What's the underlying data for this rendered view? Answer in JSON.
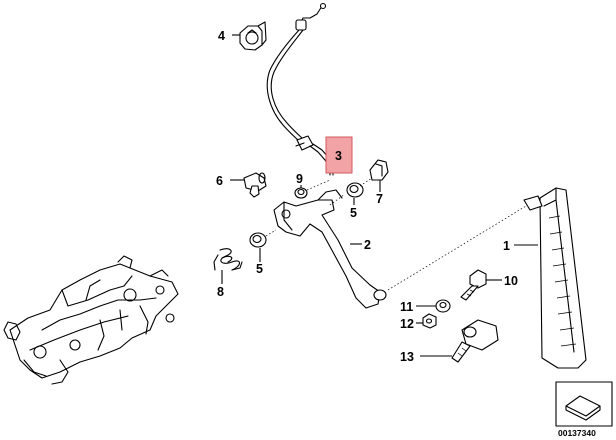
{
  "callouts": [
    {
      "id": "c1",
      "label": "1"
    },
    {
      "id": "c2",
      "label": "2"
    },
    {
      "id": "c3",
      "label": "3",
      "highlighted": true
    },
    {
      "id": "c4",
      "label": "4"
    },
    {
      "id": "c5a",
      "label": "5"
    },
    {
      "id": "c5b",
      "label": "5"
    },
    {
      "id": "c6",
      "label": "6"
    },
    {
      "id": "c7",
      "label": "7"
    },
    {
      "id": "c8",
      "label": "8"
    },
    {
      "id": "c9",
      "label": "9"
    },
    {
      "id": "c10",
      "label": "10"
    },
    {
      "id": "c11",
      "label": "11"
    },
    {
      "id": "c12",
      "label": "12"
    },
    {
      "id": "c13",
      "label": "13"
    }
  ],
  "reference_number": "00137340",
  "highlight_color": "#f2a3a6",
  "icons": [
    "pedal-box-icon"
  ]
}
